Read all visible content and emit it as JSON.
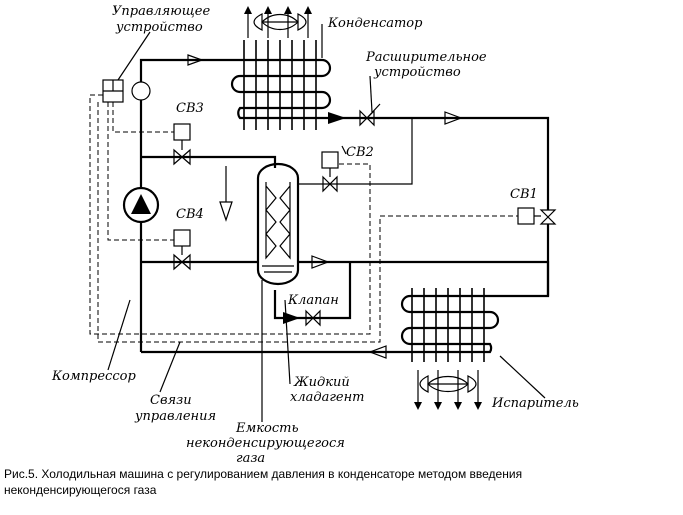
{
  "labels": {
    "control_device": [
      "Управляющее",
      "устройство"
    ],
    "condenser": "Конденсатор",
    "expansion_device": [
      "Расширительное",
      "устройство"
    ],
    "sv3": "СВ3",
    "sv2": "СВ2",
    "sv4": "СВ4",
    "sv1": "СВ1",
    "valve": "Клапан",
    "compressor": "Компрессор",
    "control_links": [
      "Связи",
      "управления"
    ],
    "liquid_refrigerant": [
      "Жидкий",
      "хладагент"
    ],
    "vessel": [
      "Емкость",
      "неконденсирующегося",
      "газа"
    ],
    "evaporator": "Испаритель"
  },
  "caption": {
    "line1": "Рис.5. Холодильная машина с регулированием давления в конденсаторе методом введения",
    "line2": "неконденсирующегося газа"
  }
}
